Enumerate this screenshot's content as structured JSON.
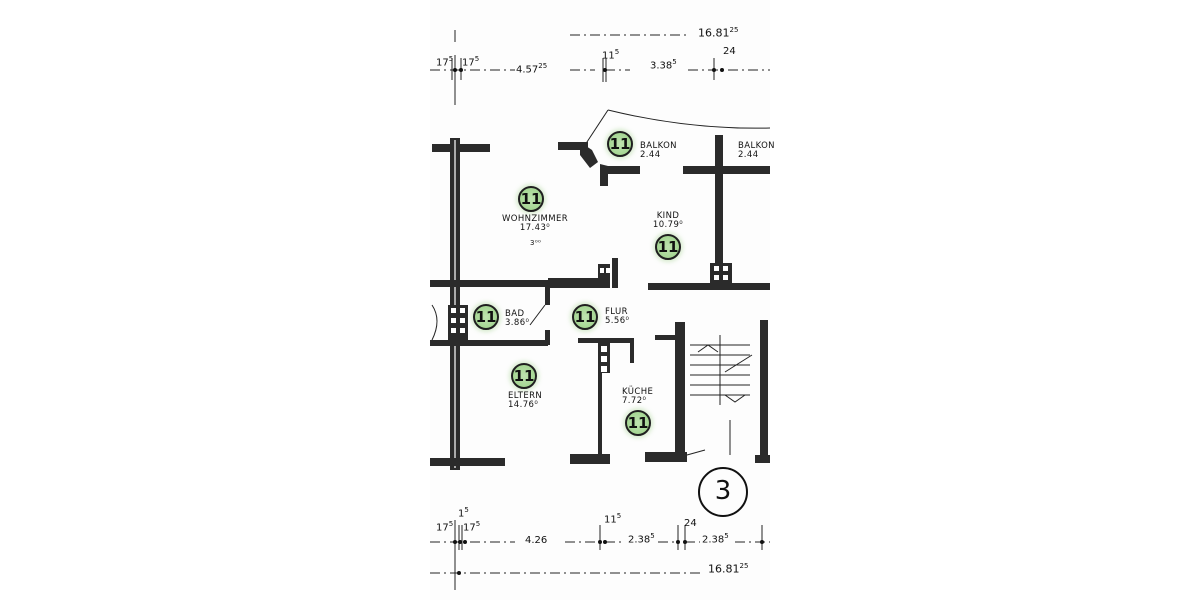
{
  "plan": {
    "sheet_number": "3",
    "rooms": [
      {
        "id": "balkon-1",
        "name": "BALKON",
        "area": "2.44",
        "badge": "11"
      },
      {
        "id": "balkon-2",
        "name": "BALKON",
        "area": "2.44"
      },
      {
        "id": "wohnzimmer",
        "name": "WOHNZIMMER",
        "area": "17.43⁰",
        "badge": "11"
      },
      {
        "id": "kind",
        "name": "KIND",
        "area": "10.79⁰",
        "badge": "11"
      },
      {
        "id": "bad",
        "name": "BAD",
        "area": "3.86⁰",
        "badge": "11"
      },
      {
        "id": "flur",
        "name": "FLUR",
        "area": "5.56⁰",
        "badge": "11"
      },
      {
        "id": "eltern",
        "name": "ELTERN",
        "area": "14.76⁰",
        "badge": "11"
      },
      {
        "id": "kueche",
        "name": "KÜCHE",
        "area": "7.72⁰",
        "badge": "11"
      }
    ],
    "annotation_small": "3⁰⁰",
    "dimensions_top": {
      "total": "16.81",
      "total_sup": "25",
      "seg1_left": "17",
      "seg1_left_sup": "5",
      "seg1_right": "17",
      "seg1_right_sup": "5",
      "seg_main": "4.57",
      "seg_main_sup": "25",
      "seg_small": "11",
      "seg_small_sup": "5",
      "seg_mid": "3.38",
      "seg_mid_sup": "5",
      "seg_24": "24"
    },
    "dimensions_bottom": {
      "seg1_left": "17",
      "seg1_left_sup": "5",
      "seg1_mid": "1",
      "seg1_mid_sup": "5",
      "seg1_right": "17",
      "seg1_right_sup": "5",
      "seg_main": "4.26",
      "seg_small": "11",
      "seg_small_sup": "5",
      "seg_a": "2.38",
      "seg_a_sup": "5",
      "seg_24": "24",
      "seg_b": "2.38",
      "seg_b_sup": "5",
      "total": "16.81",
      "total_sup": "25"
    }
  },
  "colors": {
    "badge_fill": "#a5d693",
    "wall": "#2b2b2b",
    "paper": "#ffffff"
  }
}
